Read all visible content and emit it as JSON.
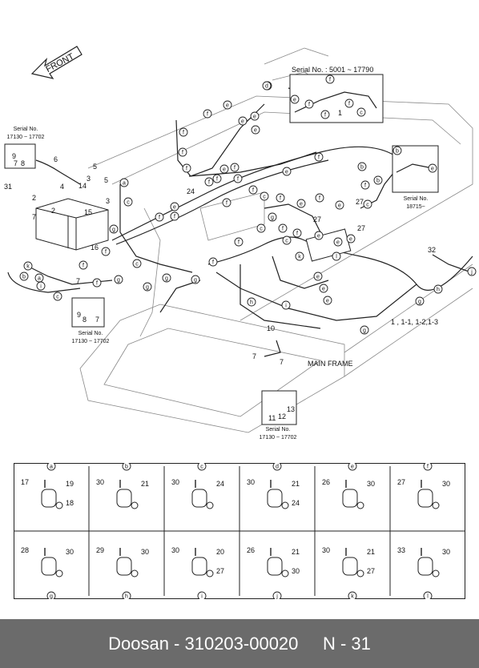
{
  "labels": {
    "front": "FRONT",
    "main_frame": "MAIN FRAME",
    "serial_top_title": "Serial No. : 5001 ~ 17790",
    "serial_left_title": "Serial No.",
    "serial_left_range": "17130 ~ 17702",
    "serial_right_title": "Serial No.",
    "serial_right_range": "18715~",
    "serial_mid_title": "Serial No.",
    "serial_mid_range": "17130 ~ 17702",
    "serial_bottom_title": "Serial No.",
    "serial_bottom_range": "17130 ~ 17702",
    "harness_ref": "1 , 1-1, 1-2,1-3"
  },
  "part_numbers": {
    "n1": "1",
    "n2": "2",
    "n2b": "2",
    "n3": "3",
    "n3b": "3",
    "n4": "4",
    "n5": "5",
    "n5b": "5",
    "n6": "6",
    "n7a": "7",
    "n7b": "7",
    "n7c": "7",
    "n7d": "7",
    "n7e": "7",
    "n7f": "7",
    "n8a": "8",
    "n8b": "8",
    "n9a": "9",
    "n9b": "9",
    "n10": "10",
    "n11": "11",
    "n12": "12",
    "n13": "13",
    "n14": "14",
    "n15": "15",
    "n16": "16",
    "n24": "24",
    "n27a": "27",
    "n27b": "27",
    "n27c": "27",
    "n31": "31",
    "n32": "32"
  },
  "callouts": [
    "a",
    "b",
    "c",
    "d",
    "e",
    "f",
    "g",
    "h",
    "i",
    "j",
    "k",
    "l"
  ],
  "detail_cells": [
    {
      "letter": "a",
      "parts": [
        "17",
        "19",
        "18"
      ]
    },
    {
      "letter": "b",
      "parts": [
        "30",
        "21"
      ]
    },
    {
      "letter": "c",
      "parts": [
        "30",
        "24"
      ]
    },
    {
      "letter": "d",
      "parts": [
        "30",
        "21",
        "24"
      ]
    },
    {
      "letter": "e",
      "parts": [
        "26",
        "30"
      ]
    },
    {
      "letter": "f",
      "parts": [
        "27",
        "30"
      ]
    },
    {
      "letter": "g",
      "parts": [
        "28",
        "30"
      ]
    },
    {
      "letter": "h",
      "parts": [
        "29",
        "30"
      ]
    },
    {
      "letter": "i",
      "parts": [
        "30",
        "20",
        "27"
      ]
    },
    {
      "letter": "j",
      "parts": [
        "26",
        "21",
        "30"
      ]
    },
    {
      "letter": "k",
      "parts": [
        "30",
        "21",
        "27"
      ]
    },
    {
      "letter": "l",
      "parts": [
        "33",
        "30"
      ]
    }
  ],
  "footer": {
    "text": "Doosan - 310203-00020     N - 31"
  }
}
